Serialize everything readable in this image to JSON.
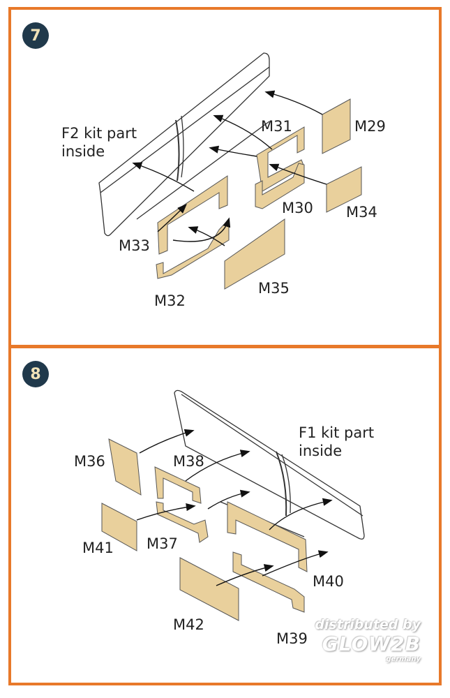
{
  "steps": [
    {
      "number": "7",
      "note": [
        "F2 kit part",
        "inside"
      ],
      "parts": [
        "M29",
        "M31",
        "M30",
        "M34",
        "M33",
        "M32",
        "M35"
      ]
    },
    {
      "number": "8",
      "note": [
        "F1 kit part",
        "inside"
      ],
      "parts": [
        "M36",
        "M38",
        "M41",
        "M37",
        "M40",
        "M42",
        "M39"
      ]
    }
  ],
  "watermark": {
    "line1": "distributed by",
    "line2": "GLOW2B",
    "line3": "germany"
  },
  "colors": {
    "border": "#e8792a",
    "badge": "#20394b",
    "part_fill": "#e9d09c"
  }
}
